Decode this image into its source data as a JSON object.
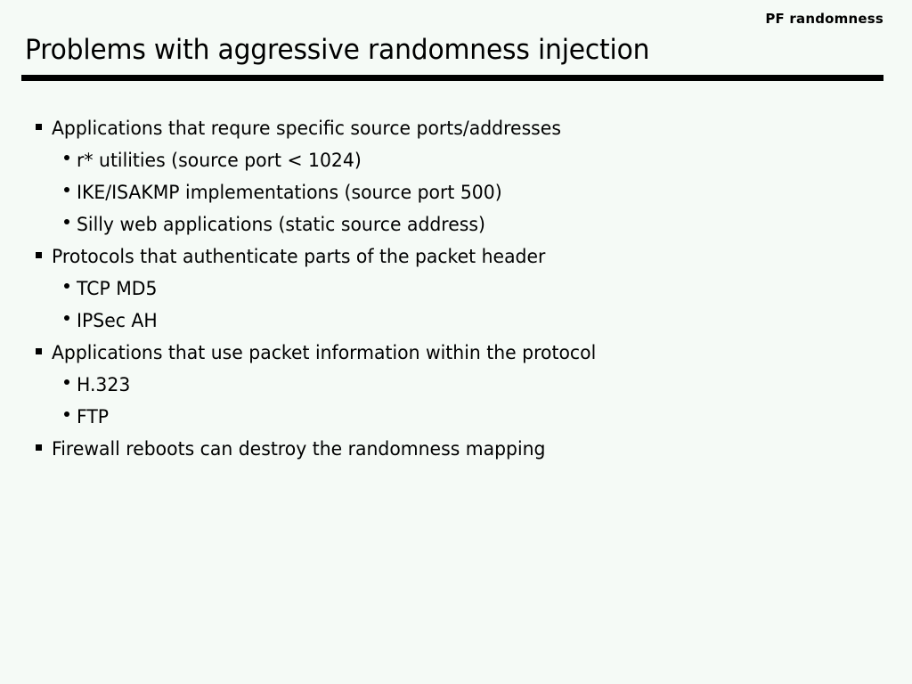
{
  "slide": {
    "running_header": "PF randomness",
    "title": "Problems with aggressive randomness injection",
    "background_color": "#f5faf6",
    "text_color": "#000000",
    "rule_color": "#000000",
    "bullets": [
      {
        "level": 1,
        "marker": "square",
        "text": "Applications that requre specific source ports/addresses"
      },
      {
        "level": 2,
        "marker": "dot",
        "text": "r* utilities (source port < 1024)"
      },
      {
        "level": 2,
        "marker": "dot",
        "text": "IKE/ISAKMP implementations (source port 500)"
      },
      {
        "level": 2,
        "marker": "dot",
        "text": "Silly web applications (static source address)"
      },
      {
        "level": 1,
        "marker": "square",
        "text": "Protocols that authenticate parts of the packet header"
      },
      {
        "level": 2,
        "marker": "dot",
        "text": "TCP MD5"
      },
      {
        "level": 2,
        "marker": "dot",
        "text": "IPSec AH"
      },
      {
        "level": 1,
        "marker": "square",
        "text": "Applications that use packet information within the protocol"
      },
      {
        "level": 2,
        "marker": "dot",
        "text": "H.323"
      },
      {
        "level": 2,
        "marker": "dot",
        "text": "FTP"
      },
      {
        "level": 1,
        "marker": "square",
        "text": "Firewall reboots can destroy the randomness mapping"
      }
    ]
  }
}
